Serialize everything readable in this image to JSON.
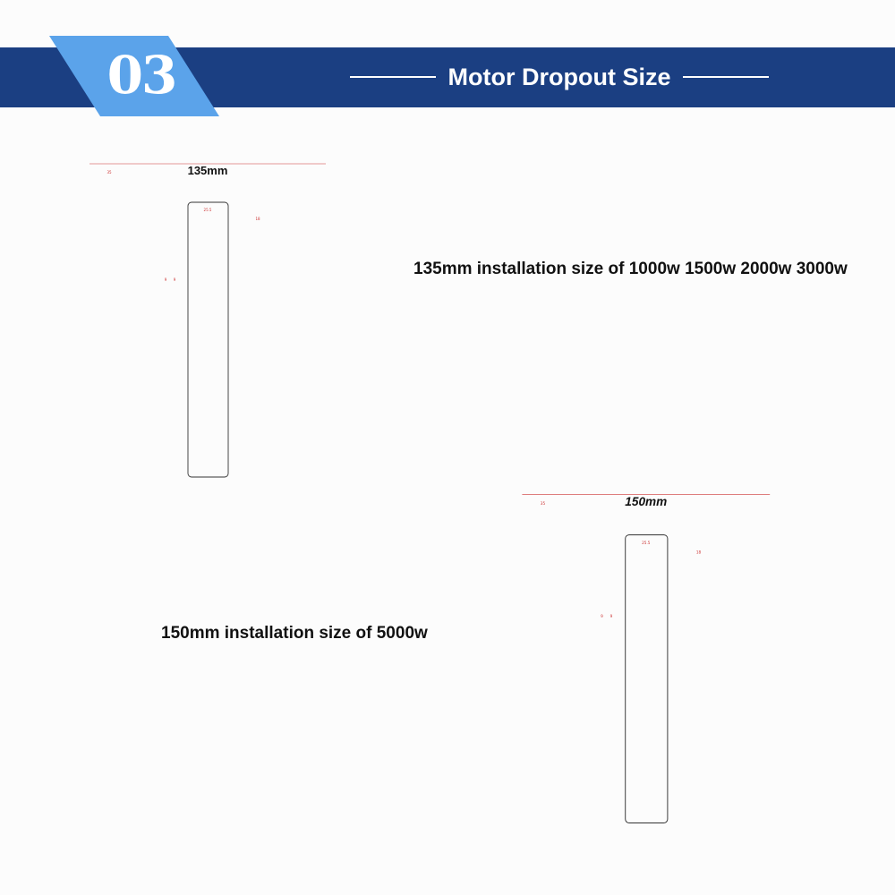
{
  "header": {
    "number": "03",
    "title": "Motor Dropout Size",
    "colors": {
      "banner": "#1b3f82",
      "tab": "#5ba3ea"
    }
  },
  "drawings": [
    {
      "overall_width": "135mm",
      "caption": "135mm installation size of 1000w 1500w 2000w 3000w",
      "dims": {
        "axle": "35",
        "rim": "25.5",
        "cable": "18",
        "a": "9",
        "b": "9"
      }
    },
    {
      "overall_width": "150mm",
      "caption": "150mm installation size of 5000w",
      "dims": {
        "axle": "35",
        "rim": "25.5",
        "cable": "18",
        "a": "9",
        "b": "9"
      }
    }
  ]
}
